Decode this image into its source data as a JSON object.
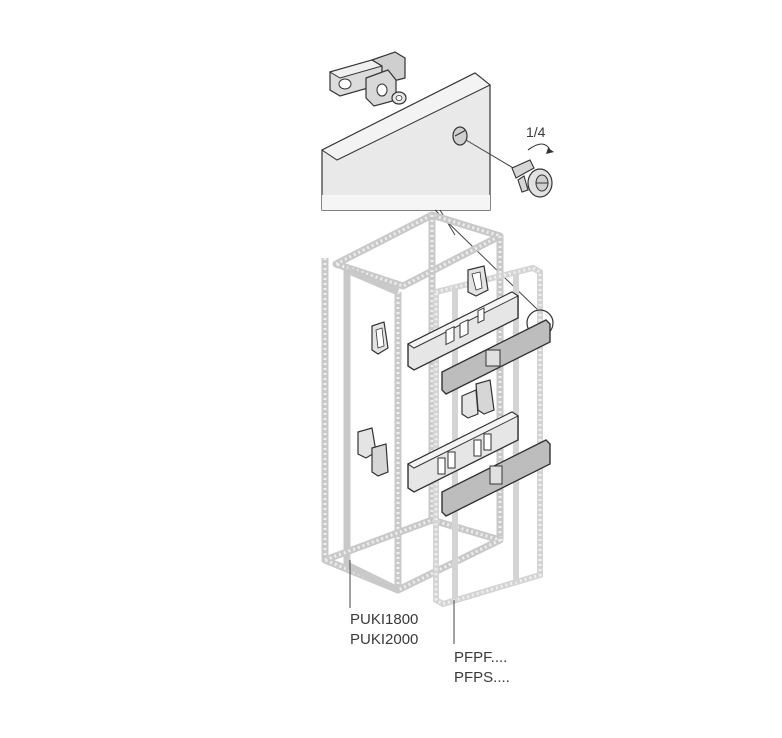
{
  "labels": {
    "rotation": "1/4",
    "puki_1": "PUKI1800",
    "puki_2": "PUKI2000",
    "pfpf": "PFPF....",
    "pfps": "PFPS...."
  },
  "icons": [
    "hinge-bracket-icon",
    "washer-icon",
    "quarter-turn-screw-icon",
    "rotation-arrow-icon"
  ]
}
